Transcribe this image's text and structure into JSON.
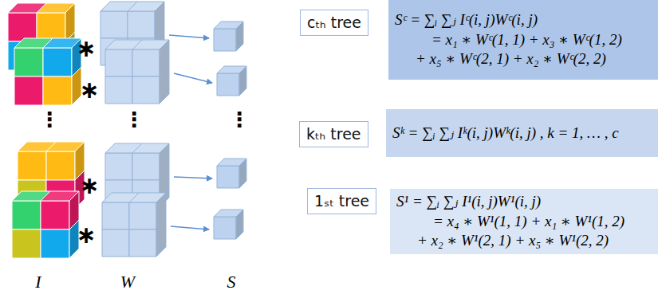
{
  "diagram": {
    "nodes": [
      {
        "text": [
          "cₜₕ tree"
        ]
      },
      {
        "text": [
          "Sᶜ = ∑ᵢ ∑ⱼ Iᶜ(i, j)Wᶜ(i, j)",
          "= x₁ ∗ Wᶜ(1, 1) + x₃ ∗ Wᶜ(1, 2)",
          "+ x₅ ∗ Wᶜ(2, 1) + x₂ ∗ Wᶜ(2, 2)"
        ]
      },
      {
        "text": [
          "kₜₕ tree"
        ]
      },
      {
        "text": [
          "Sᵏ = ∑ᵢ ∑ⱼ Iᵏ(i, j)Wᵏ(i, j) , k = 1, … , c"
        ]
      },
      {
        "text": [
          "1ₛₜ tree"
        ]
      },
      {
        "text": [
          "S¹ = ∑ᵢ ∑ⱼ I¹(i, j)W¹(i, j)",
          "= x₄ ∗ W¹(1, 1) + x₁ ∗ W¹(1, 2)",
          "+ x₂ ∗ W¹(2, 1) + x₅ ∗ W¹(2, 2)"
        ]
      }
    ],
    "labels": [
      "∗",
      "∗",
      "⋮",
      "⋮",
      "⋮",
      "∗",
      "∗",
      "I",
      "W",
      "S"
    ]
  }
}
